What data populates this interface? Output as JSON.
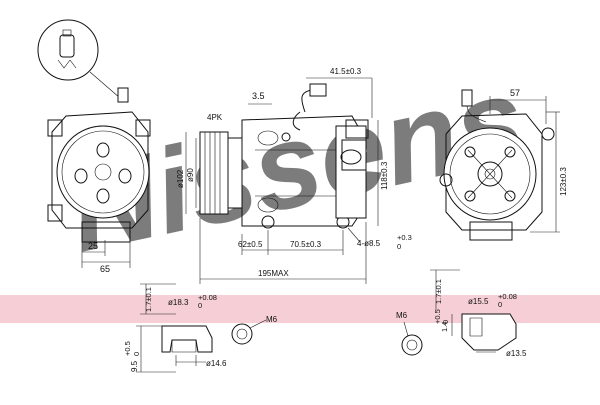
{
  "watermark": {
    "text": "Nissens",
    "color": "#b7c8e6"
  },
  "band_color": "#f6cfd6",
  "labels": {
    "belt_profile": "4PK",
    "d_3_5": "3.5",
    "d_41_5": "41.5±0.3",
    "d_57": "57",
    "d_102": "ø102",
    "d_90": "ø90",
    "d_118": "118±0.3",
    "d_123": "123±0.3",
    "d_62": "62±0.5",
    "d_70_5": "70.5±0.3",
    "d_holes": "4-ø8.5",
    "d_holes_tol": "+0.3",
    "d_holes_tol2": "0",
    "d_25": "25",
    "d_65": "65",
    "d_195": "195MAX",
    "left_port_dia": "ø18.3",
    "left_port_tol": "+0.08",
    "left_port_tol2": "0",
    "left_height": "1.7±0.1",
    "left_bottom": "9.5",
    "left_bottom_tol": "+0.5",
    "left_bottom_tol2": "0",
    "left_small_dia": "ø14.6",
    "m6_left": "M6",
    "m6_right": "M6",
    "right_port_dia": "ø15.5",
    "right_port_tol": "+0.08",
    "right_port_tol2": "0",
    "right_height": "1.7±0.1",
    "right_side": "1.4",
    "right_side_tol": "+0.5",
    "right_side_tol2": "0",
    "right_small_dia": "ø13.5"
  }
}
